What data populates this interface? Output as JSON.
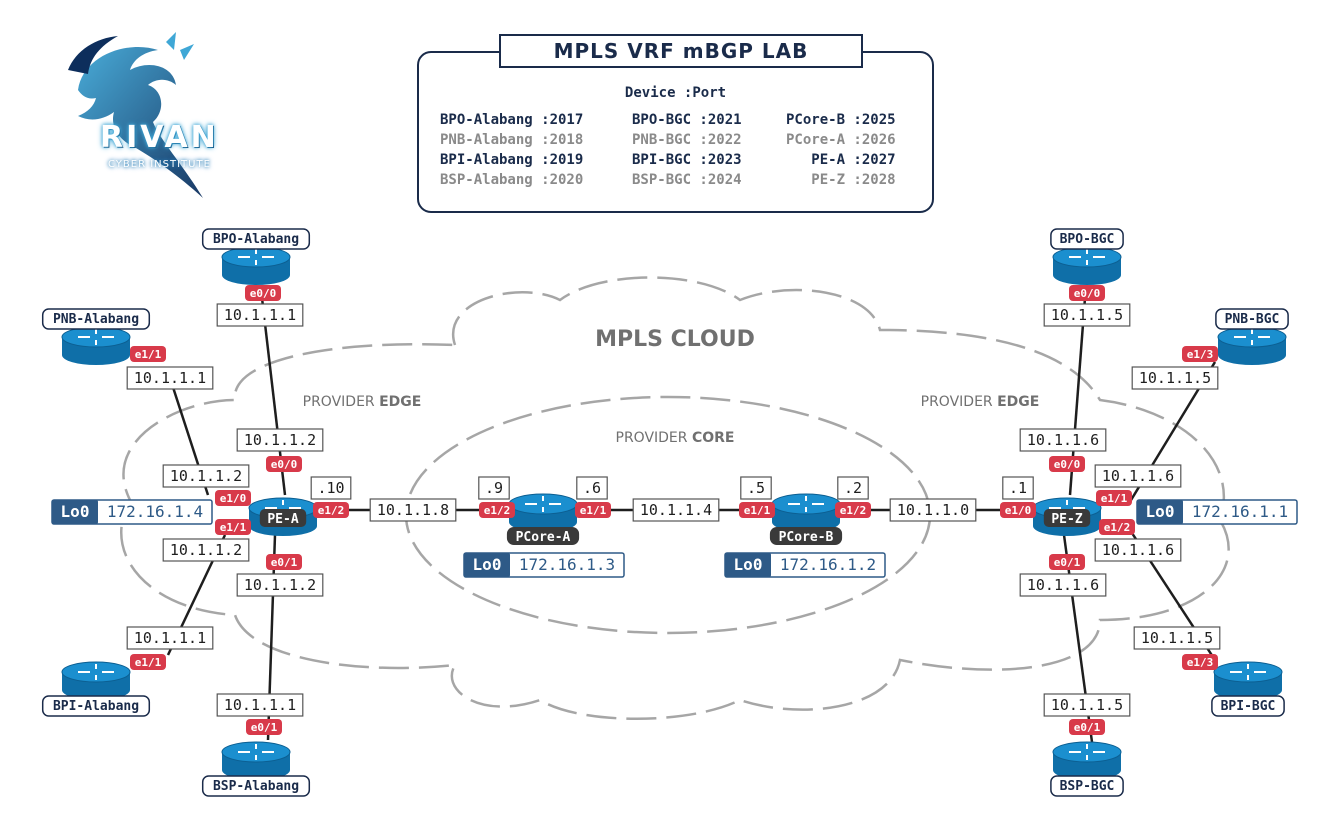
{
  "title": "MPLS  VRF  mBGP LAB",
  "port_table": {
    "header": "Device :Port",
    "rows": [
      [
        {
          "text": "BPO-Alabang :2017",
          "style": "dark"
        },
        {
          "text": "BPO-BGC :2021",
          "style": "dark"
        },
        {
          "text": "PCore-B :2025",
          "style": "dark"
        }
      ],
      [
        {
          "text": "PNB-Alabang :2018",
          "style": "grey"
        },
        {
          "text": "PNB-BGC :2022",
          "style": "grey"
        },
        {
          "text": "PCore-A :2026",
          "style": "grey"
        }
      ],
      [
        {
          "text": "BPI-Alabang :2019",
          "style": "dark"
        },
        {
          "text": "BPI-BGC :2023",
          "style": "dark"
        },
        {
          "text": "   PE-A :2027",
          "style": "dark"
        }
      ],
      [
        {
          "text": "BSP-Alabang :2020",
          "style": "grey"
        },
        {
          "text": "BSP-BGC :2024",
          "style": "grey"
        },
        {
          "text": "   PE-Z :2028",
          "style": "grey"
        }
      ]
    ]
  },
  "logo": {
    "text": "RIVAN",
    "subtext": "CYBER INSTITUTE"
  },
  "cloud_label": "MPLS CLOUD",
  "provider_edge_left": {
    "prefix": "PROVIDER ",
    "bold": "EDGE"
  },
  "provider_edge_right": {
    "prefix": "PROVIDER ",
    "bold": "EDGE"
  },
  "provider_core": {
    "prefix": "PROVIDER ",
    "bold": "CORE"
  },
  "colors": {
    "navy": "#1a2b4a",
    "router_blue": "#1b8fcf",
    "port_red": "#d83a4a",
    "lo_blue": "#2e5a87",
    "cloud_grey": "#a6a6a6",
    "link": "#1e1e1e"
  },
  "routers": [
    {
      "id": "pe-a",
      "name": "PE-A",
      "label_style": "inside"
    },
    {
      "id": "pcore-a",
      "name": "PCore-A",
      "label_style": "below"
    },
    {
      "id": "pcore-b",
      "name": "PCore-B",
      "label_style": "below"
    },
    {
      "id": "pe-z",
      "name": "PE-Z",
      "label_style": "inside"
    },
    {
      "id": "bpo-alabang",
      "name": "BPO-Alabang",
      "label_style": "above"
    },
    {
      "id": "pnb-alabang",
      "name": "PNB-Alabang",
      "label_style": "above"
    },
    {
      "id": "bpi-alabang",
      "name": "BPI-Alabang",
      "label_style": "below"
    },
    {
      "id": "bsp-alabang",
      "name": "BSP-Alabang",
      "label_style": "below"
    },
    {
      "id": "bpo-bgc",
      "name": "BPO-BGC",
      "label_style": "above"
    },
    {
      "id": "pnb-bgc",
      "name": "PNB-BGC",
      "label_style": "above"
    },
    {
      "id": "bpi-bgc",
      "name": "BPI-BGC",
      "label_style": "below"
    },
    {
      "id": "bsp-bgc",
      "name": "BSP-BGC",
      "label_style": "below"
    }
  ],
  "links": [
    {
      "from": "bpo-alabang",
      "to": "pe-a"
    },
    {
      "from": "pnb-alabang",
      "to": "pe-a"
    },
    {
      "from": "bpi-alabang",
      "to": "pe-a"
    },
    {
      "from": "bsp-alabang",
      "to": "pe-a"
    },
    {
      "from": "pe-a",
      "to": "pcore-a"
    },
    {
      "from": "pcore-a",
      "to": "pcore-b"
    },
    {
      "from": "pcore-b",
      "to": "pe-z"
    },
    {
      "from": "bpo-bgc",
      "to": "pe-z"
    },
    {
      "from": "pnb-bgc",
      "to": "pe-z"
    },
    {
      "from": "bpi-bgc",
      "to": "pe-z"
    },
    {
      "from": "bsp-bgc",
      "to": "pe-z"
    }
  ],
  "ip_labels": [
    "10.1.1.1",
    "10.1.1.1",
    "10.1.1.2",
    "10.1.1.2",
    "10.1.1.2",
    "10.1.1.2",
    "10.1.1.1",
    "10.1.1.1",
    ".10",
    "10.1.1.8",
    ".9",
    ".6",
    "10.1.1.4",
    ".5",
    ".2",
    "10.1.1.0",
    ".1",
    "10.1.1.5",
    "10.1.1.5",
    "10.1.1.6",
    "10.1.1.6",
    "10.1.1.6",
    "10.1.1.6",
    "10.1.1.5",
    "10.1.1.5"
  ],
  "port_labels": [
    "e0/0",
    "e1/1",
    "e0/0",
    "e1/0",
    "e1/1",
    "e1/2",
    "e0/1",
    "e1/1",
    "e0/1",
    "e1/2",
    "e1/1",
    "e1/1",
    "e1/2",
    "e0/0",
    "e1/3",
    "e1/0",
    "e0/0",
    "e1/1",
    "e1/2",
    "e0/1",
    "e1/3",
    "e0/1"
  ],
  "loopbacks": [
    {
      "tag": "Lo0",
      "ip": "172.16.1.4"
    },
    {
      "tag": "Lo0",
      "ip": "172.16.1.3"
    },
    {
      "tag": "Lo0",
      "ip": "172.16.1.2"
    },
    {
      "tag": "Lo0",
      "ip": "172.16.1.1"
    }
  ]
}
